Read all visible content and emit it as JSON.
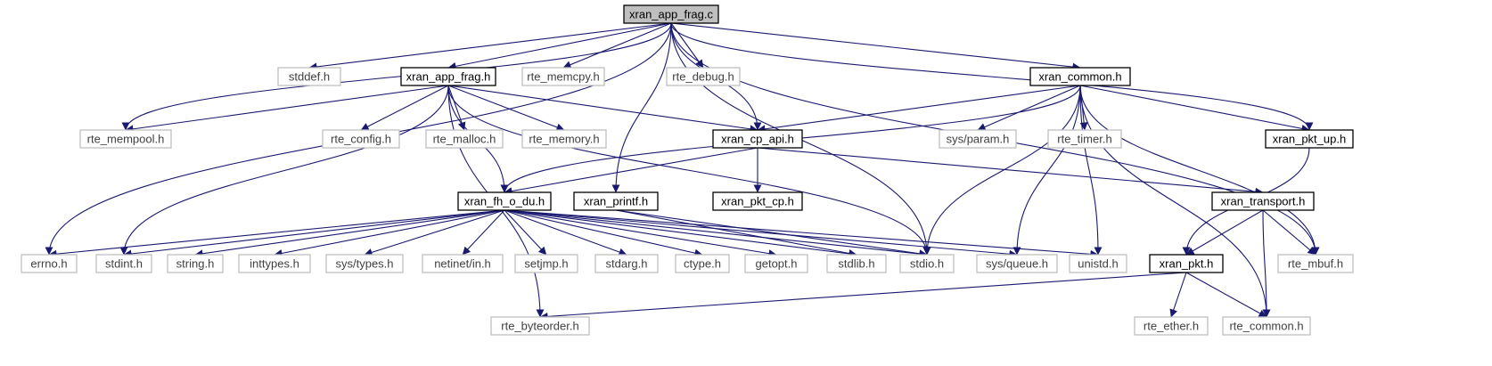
{
  "diagram": {
    "title": "xran_app_frag.c",
    "colors": {
      "edge": "#191970",
      "root_fill": "#bfbfbf",
      "linked_border": "#000000",
      "external_border": "#bfbfbf",
      "linked_text": "#000000",
      "external_text": "#404040"
    },
    "nodes": [
      {
        "id": "xran_app_frag_c",
        "label": "xran_app_frag.c",
        "kind": "root"
      },
      {
        "id": "stddef_h",
        "label": "stddef.h",
        "kind": "external"
      },
      {
        "id": "xran_app_frag_h",
        "label": "xran_app_frag.h",
        "kind": "linked"
      },
      {
        "id": "rte_memcpy_h",
        "label": "rte_memcpy.h",
        "kind": "external"
      },
      {
        "id": "rte_debug_h",
        "label": "rte_debug.h",
        "kind": "external"
      },
      {
        "id": "xran_common_h",
        "label": "xran_common.h",
        "kind": "linked"
      },
      {
        "id": "rte_mempool_h",
        "label": "rte_mempool.h",
        "kind": "external"
      },
      {
        "id": "rte_config_h",
        "label": "rte_config.h",
        "kind": "external"
      },
      {
        "id": "rte_malloc_h",
        "label": "rte_malloc.h",
        "kind": "external"
      },
      {
        "id": "rte_memory_h",
        "label": "rte_memory.h",
        "kind": "external"
      },
      {
        "id": "xran_cp_api_h",
        "label": "xran_cp_api.h",
        "kind": "linked"
      },
      {
        "id": "sys_param_h",
        "label": "sys/param.h",
        "kind": "external"
      },
      {
        "id": "rte_timer_h",
        "label": "rte_timer.h",
        "kind": "external"
      },
      {
        "id": "xran_pkt_up_h",
        "label": "xran_pkt_up.h",
        "kind": "linked"
      },
      {
        "id": "xran_fh_o_du_h",
        "label": "xran_fh_o_du.h",
        "kind": "linked"
      },
      {
        "id": "xran_printf_h",
        "label": "xran_printf.h",
        "kind": "linked"
      },
      {
        "id": "xran_pkt_cp_h",
        "label": "xran_pkt_cp.h",
        "kind": "linked"
      },
      {
        "id": "xran_transport_h",
        "label": "xran_transport.h",
        "kind": "linked"
      },
      {
        "id": "errno_h",
        "label": "errno.h",
        "kind": "external"
      },
      {
        "id": "stdint_h",
        "label": "stdint.h",
        "kind": "external"
      },
      {
        "id": "string_h",
        "label": "string.h",
        "kind": "external"
      },
      {
        "id": "inttypes_h",
        "label": "inttypes.h",
        "kind": "external"
      },
      {
        "id": "sys_types_h",
        "label": "sys/types.h",
        "kind": "external"
      },
      {
        "id": "netinet_in_h",
        "label": "netinet/in.h",
        "kind": "external"
      },
      {
        "id": "setjmp_h",
        "label": "setjmp.h",
        "kind": "external"
      },
      {
        "id": "stdarg_h",
        "label": "stdarg.h",
        "kind": "external"
      },
      {
        "id": "ctype_h",
        "label": "ctype.h",
        "kind": "external"
      },
      {
        "id": "getopt_h",
        "label": "getopt.h",
        "kind": "external"
      },
      {
        "id": "stdlib_h",
        "label": "stdlib.h",
        "kind": "external"
      },
      {
        "id": "stdio_h",
        "label": "stdio.h",
        "kind": "external"
      },
      {
        "id": "sys_queue_h",
        "label": "sys/queue.h",
        "kind": "external"
      },
      {
        "id": "unistd_h",
        "label": "unistd.h",
        "kind": "external"
      },
      {
        "id": "xran_pkt_h",
        "label": "xran_pkt.h",
        "kind": "linked"
      },
      {
        "id": "rte_mbuf_h",
        "label": "rte_mbuf.h",
        "kind": "external"
      },
      {
        "id": "rte_byteorder_h",
        "label": "rte_byteorder.h",
        "kind": "external"
      },
      {
        "id": "rte_ether_h",
        "label": "rte_ether.h",
        "kind": "external"
      },
      {
        "id": "rte_common_h",
        "label": "rte_common.h",
        "kind": "external"
      }
    ],
    "edges": [
      [
        "xran_app_frag_c",
        "stddef_h"
      ],
      [
        "xran_app_frag_c",
        "xran_app_frag_h"
      ],
      [
        "xran_app_frag_c",
        "rte_memcpy_h"
      ],
      [
        "xran_app_frag_c",
        "rte_debug_h"
      ],
      [
        "xran_app_frag_c",
        "xran_common_h"
      ],
      [
        "xran_app_frag_c",
        "rte_mempool_h"
      ],
      [
        "xran_app_frag_c",
        "errno_h"
      ],
      [
        "xran_app_frag_c",
        "xran_cp_api_h"
      ],
      [
        "xran_app_frag_c",
        "xran_printf_h"
      ],
      [
        "xran_app_frag_c",
        "stdio_h"
      ],
      [
        "xran_app_frag_c",
        "xran_pkt_up_h"
      ],
      [
        "xran_app_frag_c",
        "rte_mbuf_h"
      ],
      [
        "xran_app_frag_h",
        "rte_mempool_h"
      ],
      [
        "xran_app_frag_h",
        "rte_config_h"
      ],
      [
        "xran_app_frag_h",
        "rte_malloc_h"
      ],
      [
        "xran_app_frag_h",
        "rte_memory_h"
      ],
      [
        "xran_app_frag_h",
        "xran_cp_api_h"
      ],
      [
        "xran_app_frag_h",
        "xran_fh_o_du_h"
      ],
      [
        "xran_app_frag_h",
        "stdint_h"
      ],
      [
        "xran_app_frag_h",
        "rte_byteorder_h"
      ],
      [
        "xran_app_frag_h",
        "stdio_h"
      ],
      [
        "xran_common_h",
        "xran_cp_api_h"
      ],
      [
        "xran_common_h",
        "sys_param_h"
      ],
      [
        "xran_common_h",
        "rte_timer_h"
      ],
      [
        "xran_common_h",
        "xran_pkt_up_h"
      ],
      [
        "xran_common_h",
        "xran_fh_o_du_h"
      ],
      [
        "xran_common_h",
        "stdio_h"
      ],
      [
        "xran_common_h",
        "sys_queue_h"
      ],
      [
        "xran_common_h",
        "unistd_h"
      ],
      [
        "xran_common_h",
        "rte_mbuf_h"
      ],
      [
        "xran_common_h",
        "rte_common_h"
      ],
      [
        "xran_cp_api_h",
        "xran_fh_o_du_h"
      ],
      [
        "xran_cp_api_h",
        "xran_pkt_cp_h"
      ],
      [
        "xran_cp_api_h",
        "xran_transport_h"
      ],
      [
        "xran_fh_o_du_h",
        "errno_h"
      ],
      [
        "xran_fh_o_du_h",
        "stdint_h"
      ],
      [
        "xran_fh_o_du_h",
        "string_h"
      ],
      [
        "xran_fh_o_du_h",
        "inttypes_h"
      ],
      [
        "xran_fh_o_du_h",
        "sys_types_h"
      ],
      [
        "xran_fh_o_du_h",
        "netinet_in_h"
      ],
      [
        "xran_fh_o_du_h",
        "setjmp_h"
      ],
      [
        "xran_fh_o_du_h",
        "stdarg_h"
      ],
      [
        "xran_fh_o_du_h",
        "ctype_h"
      ],
      [
        "xran_fh_o_du_h",
        "getopt_h"
      ],
      [
        "xran_fh_o_du_h",
        "stdlib_h"
      ],
      [
        "xran_fh_o_du_h",
        "stdio_h"
      ],
      [
        "xran_fh_o_du_h",
        "sys_queue_h"
      ],
      [
        "xran_fh_o_du_h",
        "unistd_h"
      ],
      [
        "xran_printf_h",
        "stdio_h"
      ],
      [
        "xran_printf_h",
        "stdlib_h"
      ],
      [
        "xran_pkt_up_h",
        "xran_pkt_h"
      ],
      [
        "xran_transport_h",
        "xran_pkt_h"
      ],
      [
        "xran_transport_h",
        "rte_mbuf_h"
      ],
      [
        "xran_transport_h",
        "rte_common_h"
      ],
      [
        "xran_pkt_h",
        "rte_byteorder_h"
      ],
      [
        "xran_pkt_h",
        "rte_ether_h"
      ],
      [
        "xran_pkt_h",
        "rte_common_h"
      ]
    ]
  }
}
